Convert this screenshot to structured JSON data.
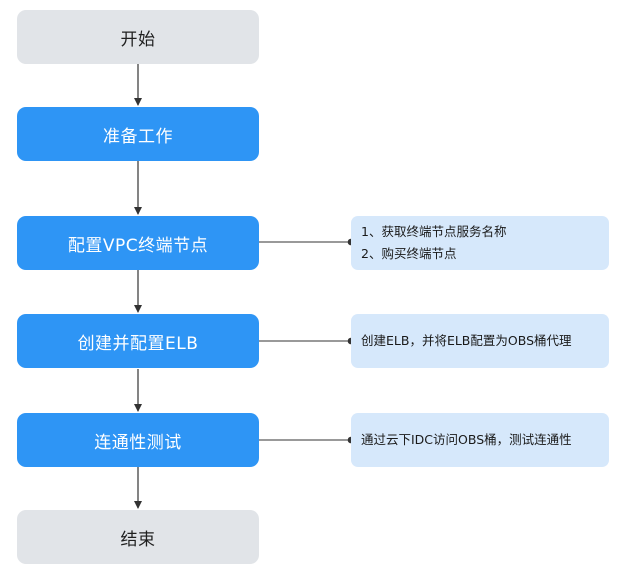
{
  "flow": {
    "start": "开始",
    "prepare": "准备工作",
    "vpc": "配置VPC终端节点",
    "elb": "创建并配置ELB",
    "test": "连通性测试",
    "end": "结束"
  },
  "notes": {
    "vpc": [
      "1、获取终端节点服务名称",
      "2、购买终端节点"
    ],
    "elb": [
      "创建ELB，并将ELB配置为OBS桶代理"
    ],
    "test": [
      "通过云下IDC访问OBS桶，测试连通性"
    ]
  },
  "colors": {
    "terminal_fill": "#e1e4e8",
    "step_fill": "#2e95f5",
    "note_fill": "#d6e8fb",
    "connector": "#333333"
  }
}
